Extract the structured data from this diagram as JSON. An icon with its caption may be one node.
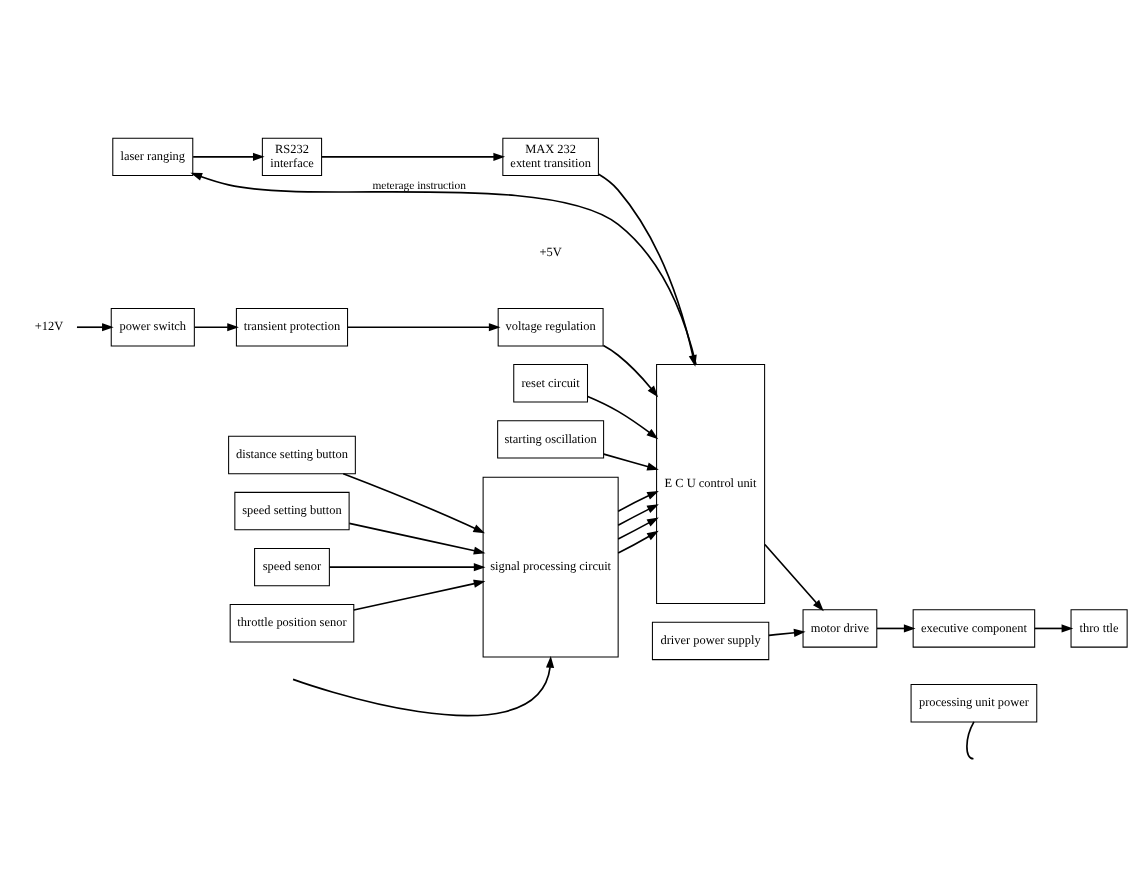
{
  "diagram": {
    "nodes": [
      {
        "text": [
          "laser ranging"
        ]
      },
      {
        "text": [
          "RS232",
          "interface"
        ]
      },
      {
        "text": [
          "MAX 232",
          "extent transition"
        ]
      },
      {
        "text": [
          "E C U control unit"
        ]
      },
      {
        "text": [
          "voltage regulation"
        ]
      },
      {
        "text": [
          "transient protection"
        ]
      },
      {
        "text": [
          "reset circuit"
        ]
      },
      {
        "text": [
          "power switch"
        ]
      },
      {
        "text": [
          "starting oscillation"
        ]
      },
      {
        "text": [
          "distance setting button"
        ]
      },
      {
        "text": [
          "speed setting button"
        ]
      },
      {
        "text": [
          "speed senor"
        ]
      },
      {
        "text": [
          "throttle position senor"
        ]
      },
      {
        "text": [
          "signal processing circuit"
        ]
      },
      {
        "text": [
          "motor drive"
        ]
      },
      {
        "text": [
          "executive component"
        ]
      },
      {
        "text": [
          "thro ttle"
        ]
      },
      {
        "text": [
          "driver power supply"
        ]
      },
      {
        "text": [
          "processing unit power"
        ]
      },
      {
        "text": [
          "+12V"
        ]
      }
    ],
    "edges": [
      {
        "from": 3,
        "to": 0,
        "arrow": "to",
        "label": "meterage instruction"
      },
      {
        "from": 0,
        "to": 1,
        "arrow": "to"
      },
      {
        "from": 1,
        "to": 2,
        "arrow": "to"
      },
      {
        "from": 2,
        "to": 3,
        "arrow": "to"
      },
      {
        "from": 4,
        "to": 3,
        "arrow": "to"
      },
      {
        "from": 5,
        "to": 4,
        "arrow": "to"
      },
      {
        "from": 7,
        "to": 5,
        "arrow": "to"
      },
      {
        "from": 19,
        "to": 7,
        "arrow": "to"
      },
      {
        "from": 6,
        "to": 3,
        "arrow": "to"
      },
      {
        "from": 8,
        "to": 3,
        "arrow": "to"
      },
      {
        "from": 9,
        "to": 13,
        "arrow": "to"
      },
      {
        "from": 10,
        "to": 13,
        "arrow": "to"
      },
      {
        "from": 11,
        "to": 13,
        "arrow": "to"
      },
      {
        "from": 12,
        "to": 13,
        "arrow": "to"
      },
      {
        "from": 13,
        "to": 3,
        "arrow": "to"
      },
      {
        "from": 13,
        "to": 3,
        "arrow": "to"
      },
      {
        "from": 13,
        "to": 3,
        "arrow": "to"
      },
      {
        "from": 13,
        "to": 3,
        "arrow": "to"
      },
      {
        "from": null,
        "to": 13,
        "arrow": "to"
      },
      {
        "from": 3,
        "to": 14,
        "arrow": "to"
      },
      {
        "from": 14,
        "to": 15,
        "arrow": "to"
      },
      {
        "from": 17,
        "to": 14,
        "arrow": "to"
      },
      {
        "from": 15,
        "to": 16,
        "arrow": "to"
      },
      {
        "from": 18,
        "to": null,
        "arrow": "none"
      }
    ],
    "labels": [
      "+5V"
    ]
  }
}
